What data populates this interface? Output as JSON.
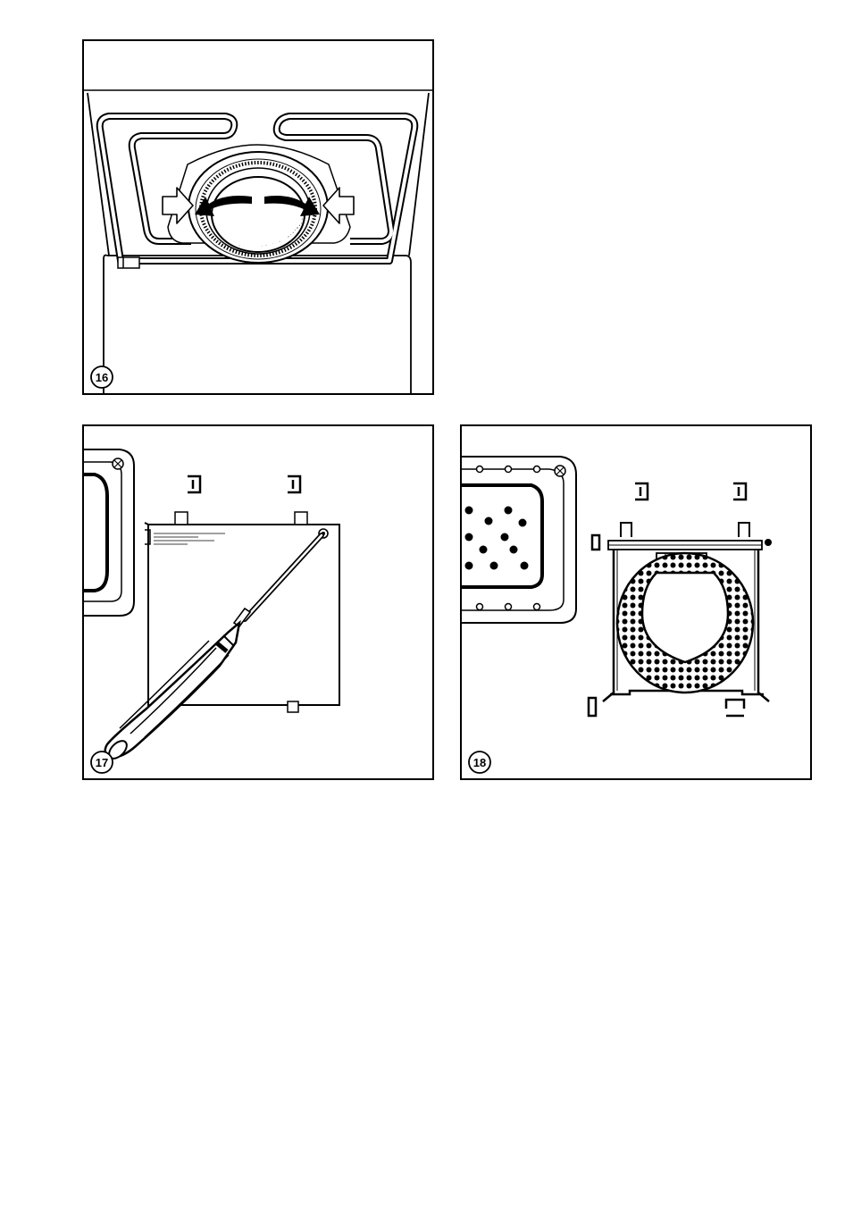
{
  "figures": [
    {
      "number": "16"
    },
    {
      "number": "17"
    },
    {
      "number": "18"
    }
  ]
}
